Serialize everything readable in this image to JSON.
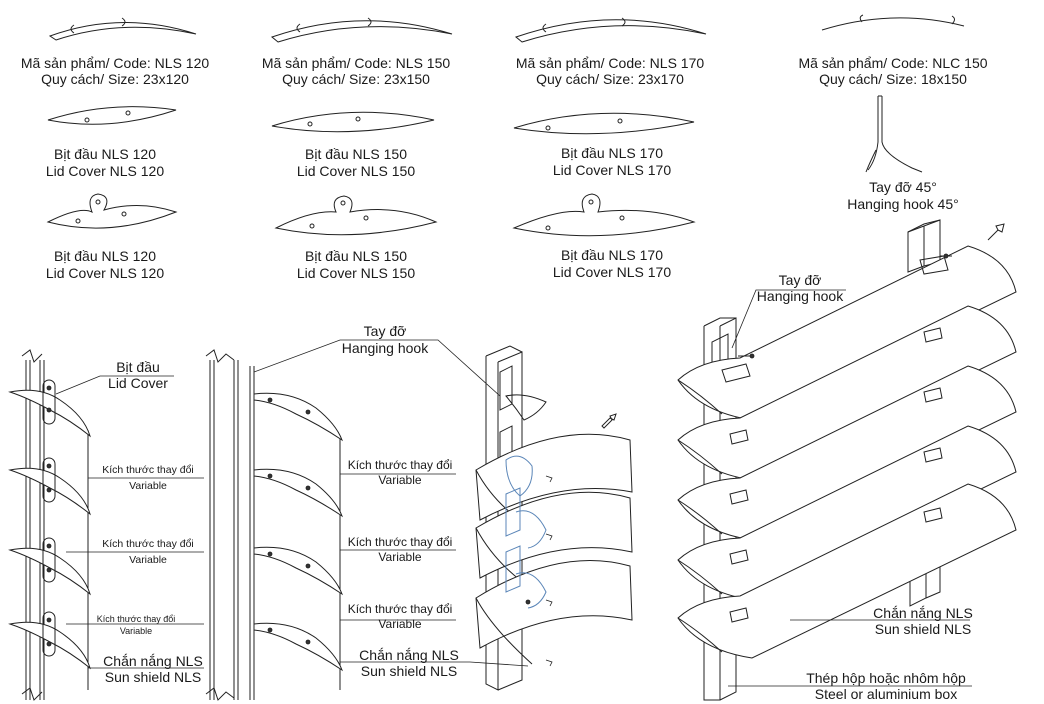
{
  "profiles": [
    {
      "code": "Mã sản phẩm/ Code: NLS 120",
      "size": "Quy cách/ Size: 23x120"
    },
    {
      "code": "Mã sản phẩm/ Code: NLS 150",
      "size": "Quy cách/ Size: 23x150"
    },
    {
      "code": "Mã sản phẩm/ Code: NLS 170",
      "size": "Quy cách/ Size: 23x170"
    },
    {
      "code": "Mã sản phẩm/ Code: NLC 150",
      "size": "Quy cách/ Size: 18x150"
    }
  ],
  "lid_covers_row1": [
    {
      "vi": "Bịt đầu NLS 120",
      "en": "Lid Cover NLS 120"
    },
    {
      "vi": "Bịt đầu NLS 150",
      "en": "Lid Cover NLS 150"
    },
    {
      "vi": "Bịt đầu NLS 170",
      "en": "Lid Cover NLS 170"
    }
  ],
  "lid_covers_row2": [
    {
      "vi": "Bịt đầu NLS 120",
      "en": "Lid Cover NLS 120"
    },
    {
      "vi": "Bịt đầu NLS 150",
      "en": "Lid Cover NLS 150"
    },
    {
      "vi": "Bịt đầu NLS 170",
      "en": "Lid Cover NLS 170"
    }
  ],
  "hook45": {
    "vi": "Tay đỡ 45°",
    "en": "Hanging hook 45°"
  },
  "hook": {
    "vi": "Tay đỡ",
    "en": "Hanging hook"
  },
  "lid_cover": {
    "vi": "Bịt đầu",
    "en": "Lid Cover"
  },
  "variable": {
    "vi": "Kích thước thay đổi",
    "en": "Variable"
  },
  "sun_shield": {
    "vi": "Chắn nắng NLS",
    "en": "Sun shield NLS"
  },
  "steel_box": {
    "vi": "Thép hộp hoặc nhôm hộp",
    "en": "Steel or aluminium box"
  }
}
